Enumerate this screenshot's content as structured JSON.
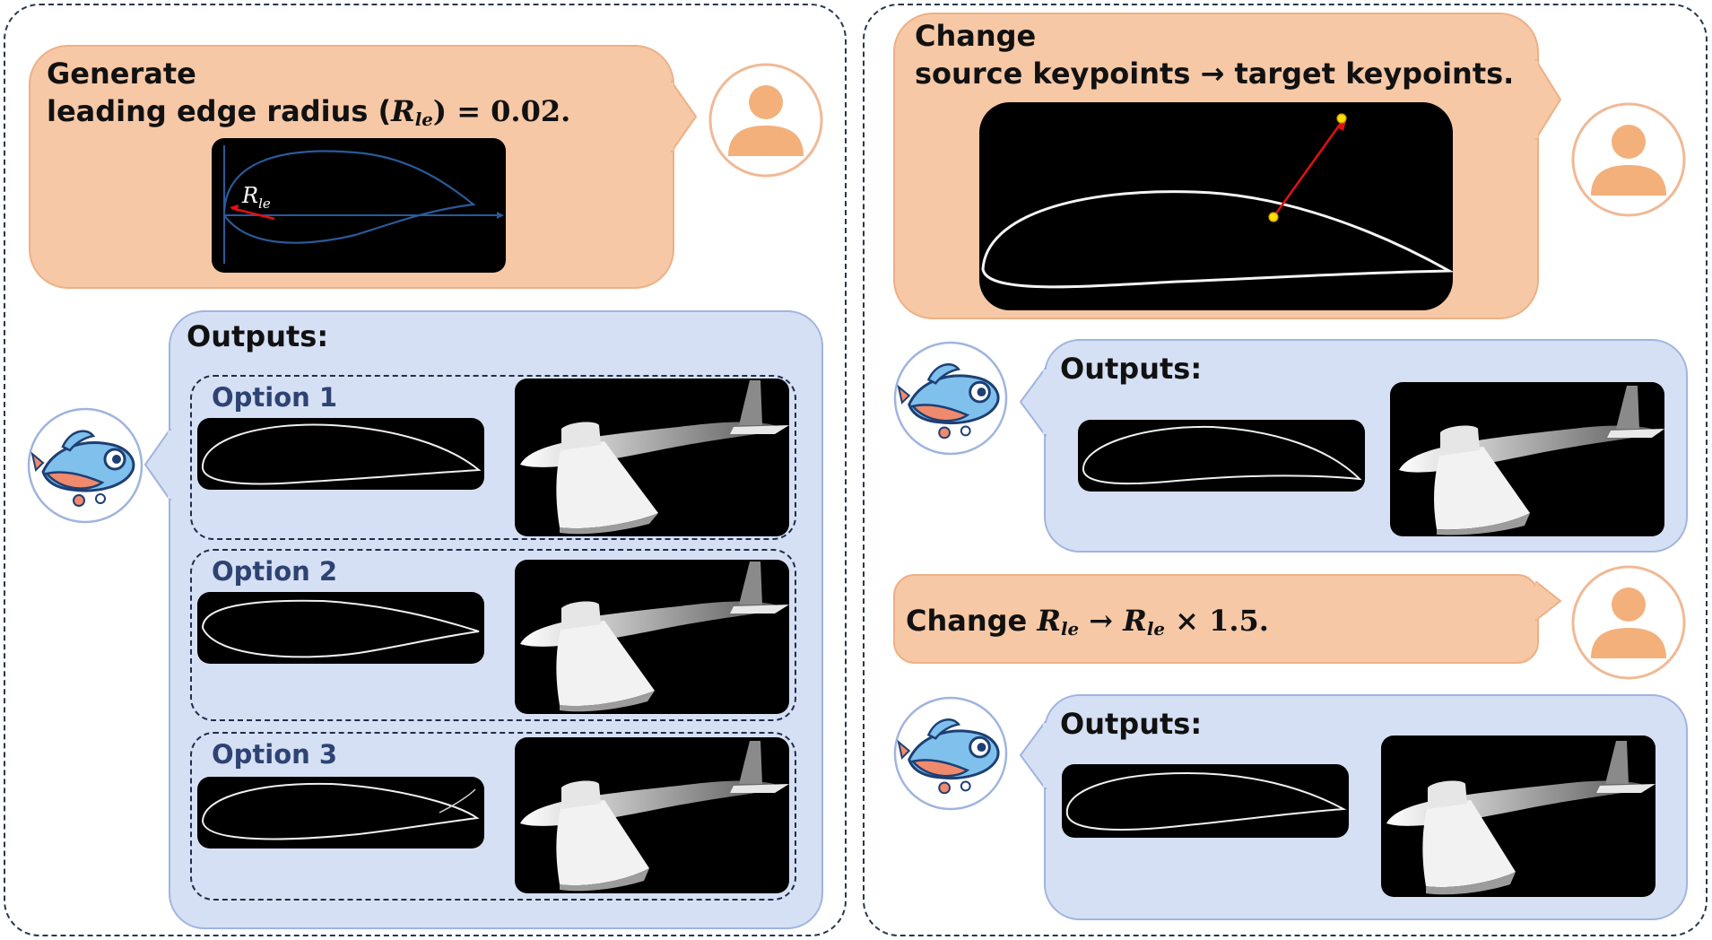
{
  "left_panel": {
    "prompt": {
      "line1": "Generate",
      "line2_text": "leading edge radius (",
      "math_R": "R",
      "math_sub": "le",
      "line2_rest": ") = 0.02.",
      "diagram_label_R": "R",
      "diagram_label_sub": "le"
    },
    "outputs_title": "Outputs:",
    "options": [
      {
        "label": "Option 1"
      },
      {
        "label": "Option 2"
      },
      {
        "label": "Option 3"
      }
    ]
  },
  "right_panel": {
    "prompt1": {
      "line1": "Change",
      "line2": "source keypoints → target keypoints."
    },
    "outputs1_title": "Outputs:",
    "prompt2": {
      "word": "Change",
      "R": "R",
      "sub": "le",
      "arrow": " → ",
      "times": " × 1.5."
    },
    "outputs2_title": "Outputs:"
  },
  "icons": {
    "user_avatar": "user-avatar-icon",
    "bot_avatar": "fish-plane-mascot-icon"
  },
  "colors": {
    "user_bubble": "#f6c8a6",
    "output_bubble": "#d6e0f4",
    "option_label": "#2d4373",
    "arrow_red": "#e01010",
    "keypoint_yellow": "#ffe000"
  }
}
